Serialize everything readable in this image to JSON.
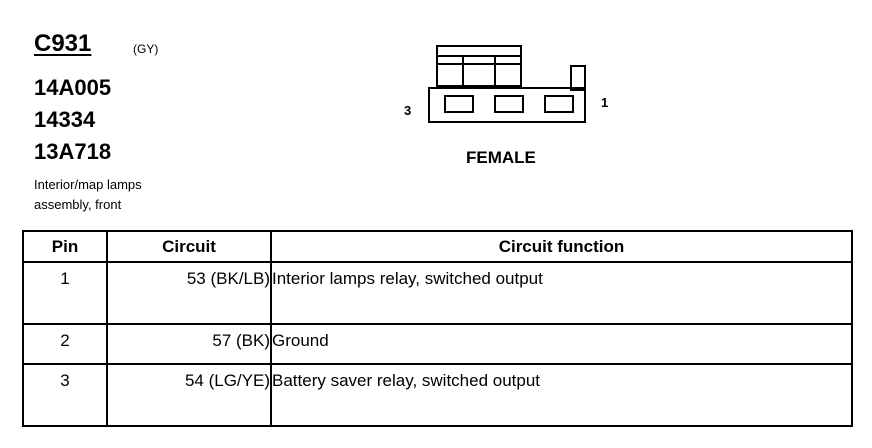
{
  "header": {
    "connector_id": "C931",
    "color_code": "(GY)",
    "part_numbers": [
      "14A005",
      "14334",
      "13A718"
    ],
    "description_lines": [
      "Interior/map lamps",
      "assembly, front"
    ]
  },
  "connector_view": {
    "pin_left_label": "3",
    "pin_right_label": "1",
    "gender_label": "FEMALE"
  },
  "table": {
    "headers": {
      "pin": "Pin",
      "circuit": "Circuit",
      "function": "Circuit function"
    },
    "rows": [
      {
        "pin": "1",
        "circuit": "53 (BK/LB)",
        "function": "Interior lamps relay, switched output"
      },
      {
        "pin": "2",
        "circuit": "57 (BK)",
        "function": "Ground"
      },
      {
        "pin": "3",
        "circuit": "54 (LG/YE)",
        "function": "Battery saver relay, switched output"
      }
    ]
  }
}
